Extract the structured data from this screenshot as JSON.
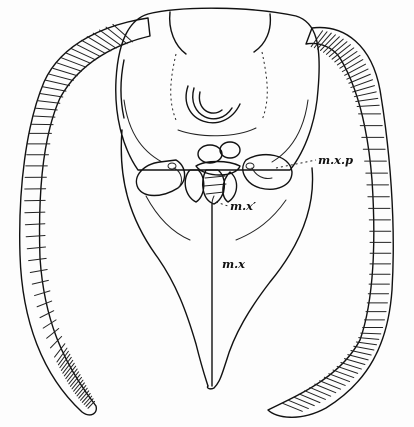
{
  "figure": {
    "labels": {
      "maxillary_palp": "m.x.p",
      "second_maxilla": "m.x′",
      "maxilla": "m.x"
    }
  }
}
